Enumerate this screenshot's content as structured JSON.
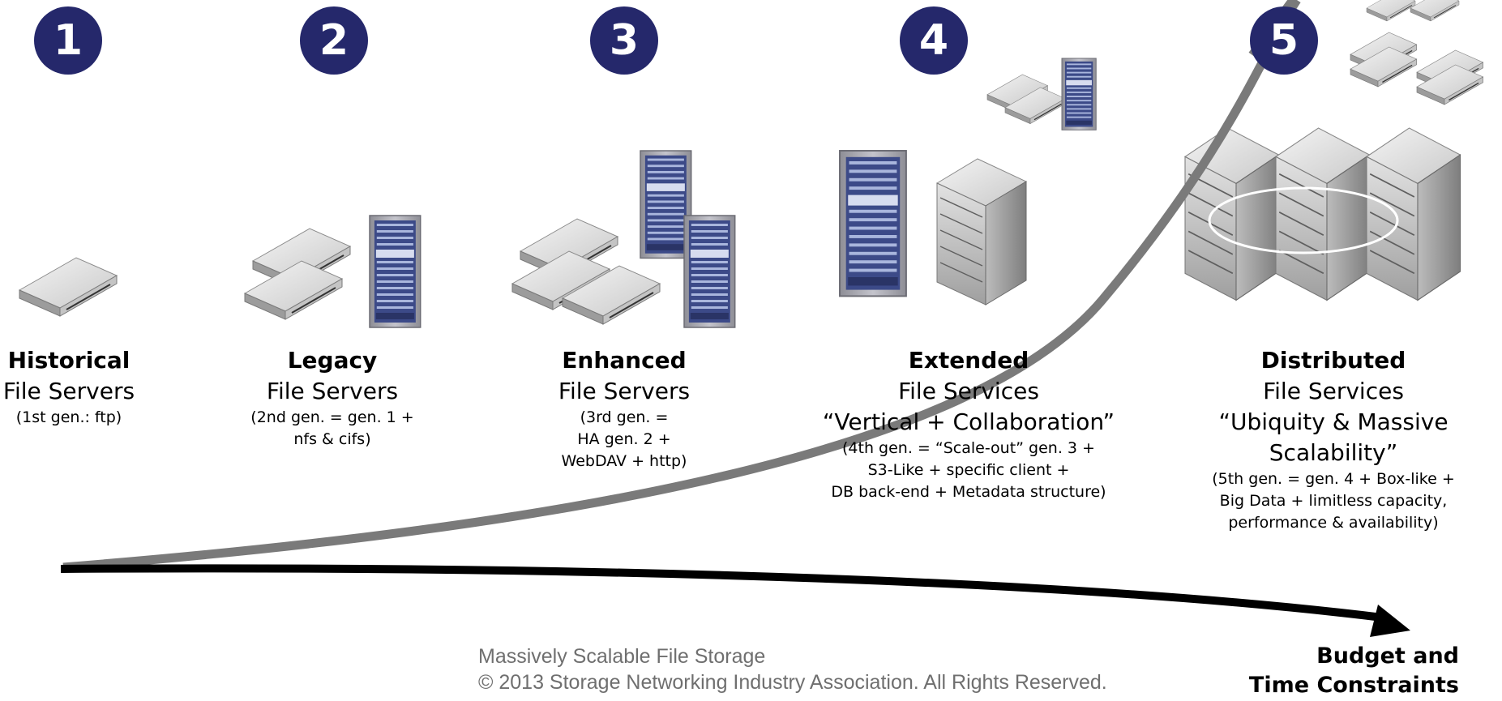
{
  "steps": [
    {
      "number": "1",
      "title": "Historical",
      "subtitle": "File Servers",
      "tagline": "",
      "detail": [
        "(1st gen.: ftp)"
      ]
    },
    {
      "number": "2",
      "title": "Legacy",
      "subtitle": "File Servers",
      "tagline": "",
      "detail": [
        "(2nd gen. = gen. 1 +",
        "nfs & cifs)"
      ]
    },
    {
      "number": "3",
      "title": "Enhanced",
      "subtitle": "File Servers",
      "tagline": "",
      "detail": [
        "(3rd gen. =",
        "HA gen. 2 +",
        "WebDAV + http)"
      ]
    },
    {
      "number": "4",
      "title": "Extended",
      "subtitle": "File Services",
      "tagline": "“Vertical + Collaboration”",
      "detail": [
        "(4th gen. = “Scale-out” gen. 3 +",
        "S3-Like + specific client +",
        "DB back-end + Metadata structure)"
      ]
    },
    {
      "number": "5",
      "title": "Distributed",
      "subtitle": "File Services",
      "tagline": "“Ubiquity & Massive Scalability”",
      "detail": [
        "(5th gen. = gen. 4 + Box-like +",
        "Big Data + limitless capacity,",
        "performance & availability)"
      ]
    }
  ],
  "axis_label": [
    "Budget and",
    "Time Constraints"
  ],
  "footer": {
    "line1": "Massively Scalable File Storage",
    "line2": "© 2013 Storage Networking Industry Association. All Rights Reserved."
  },
  "colors": {
    "badge": "#25286b",
    "curve": "#7a7a7a",
    "arrow": "#000000",
    "footer_text": "#6f6f6f"
  },
  "icons": [
    "server-unit-icon",
    "server-rack-icon",
    "storage-array-icon",
    "datacenter-racks-icon"
  ]
}
